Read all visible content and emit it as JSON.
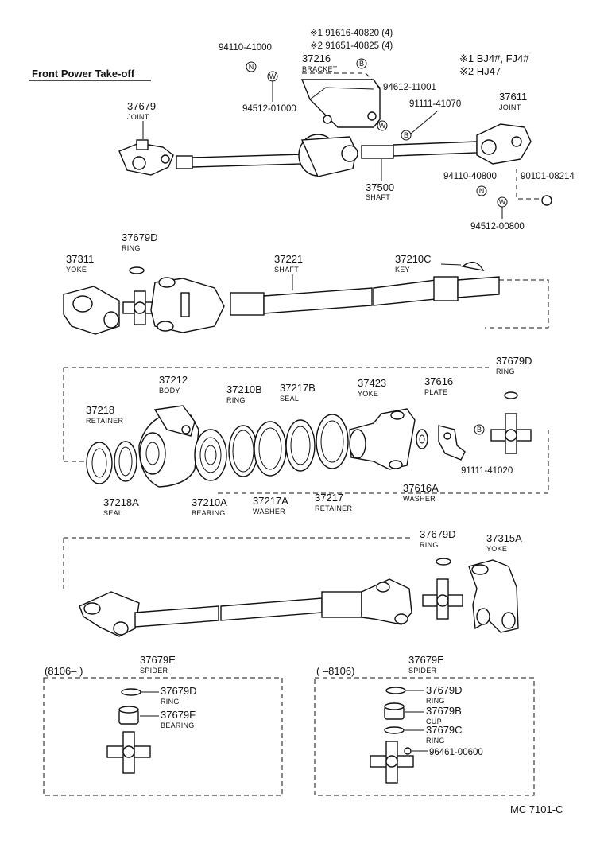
{
  "header": {
    "title": "Front Power Take-off",
    "note_line1": "※1 BJ4#, FJ4#",
    "note_line2": "※2 HJ47"
  },
  "footer_code": "MC 7101-C",
  "badges": {
    "n": "N",
    "w": "W",
    "b": "B"
  },
  "top_section": {
    "p94110_41000": "94110-41000",
    "p94512_01000": "94512-01000",
    "p91616_line": "※1 91616-40820 (4)",
    "p91651_line": "※2 91651-40825 (4)",
    "p37216": "37216",
    "p37216_name": "BRACKET",
    "p94612_11001": "94612-11001",
    "p91111_41070": "91111-41070",
    "p37679": "37679",
    "p37679_name": "JOINT",
    "p37611": "37611",
    "p37611_name": "JOINT",
    "p37500": "37500",
    "p37500_name": "SHAFT",
    "p94110_40800": "94110-40800",
    "p90101_08214": "90101-08214",
    "p94512_00800": "94512-00800"
  },
  "row1": {
    "p37679D": "37679D",
    "p37679D_name": "RING",
    "p37311": "37311",
    "p37311_name": "YOKE",
    "p37221": "37221",
    "p37221_name": "SHAFT",
    "p37210C": "37210C",
    "p37210C_name": "KEY"
  },
  "row2": {
    "p37212": "37212",
    "p37212_name": "BODY",
    "p37210B": "37210B",
    "p37210B_name": "RING",
    "p37217B": "37217B",
    "p37217B_name": "SEAL",
    "p37423": "37423",
    "p37423_name": "YOKE",
    "p37616": "37616",
    "p37616_name": "PLATE",
    "p37679D": "37679D",
    "p37679D_name": "RING",
    "p37218": "37218",
    "p37218_name": "RETAINER",
    "p37218A": "37218A",
    "p37218A_name": "SEAL",
    "p37210A": "37210A",
    "p37210A_name": "BEARING",
    "p37217A": "37217A",
    "p37217A_name": "WASHER",
    "p37217": "37217",
    "p37217_name": "RETAINER",
    "p37616A": "37616A",
    "p37616A_name": "WASHER",
    "p91111_41020": "91111-41020"
  },
  "row3": {
    "p37679D": "37679D",
    "p37679D_name": "RING",
    "p37315A": "37315A",
    "p37315A_name": "YOKE"
  },
  "box_left": {
    "range": "(8106–      )",
    "p37679E": "37679E",
    "p37679E_name": "SPIDER",
    "p37679D": "37679D",
    "p37679D_name": "RING",
    "p37679F": "37679F",
    "p37679F_name": "BEARING"
  },
  "box_right": {
    "range": "(      –8106)",
    "p37679E": "37679E",
    "p37679E_name": "SPIDER",
    "p37679D": "37679D",
    "p37679D_name": "RING",
    "p37679B": "37679B",
    "p37679B_name": "CUP",
    "p37679C": "37679C",
    "p37679C_name": "RING",
    "p96461_00600": "96461-00600"
  }
}
